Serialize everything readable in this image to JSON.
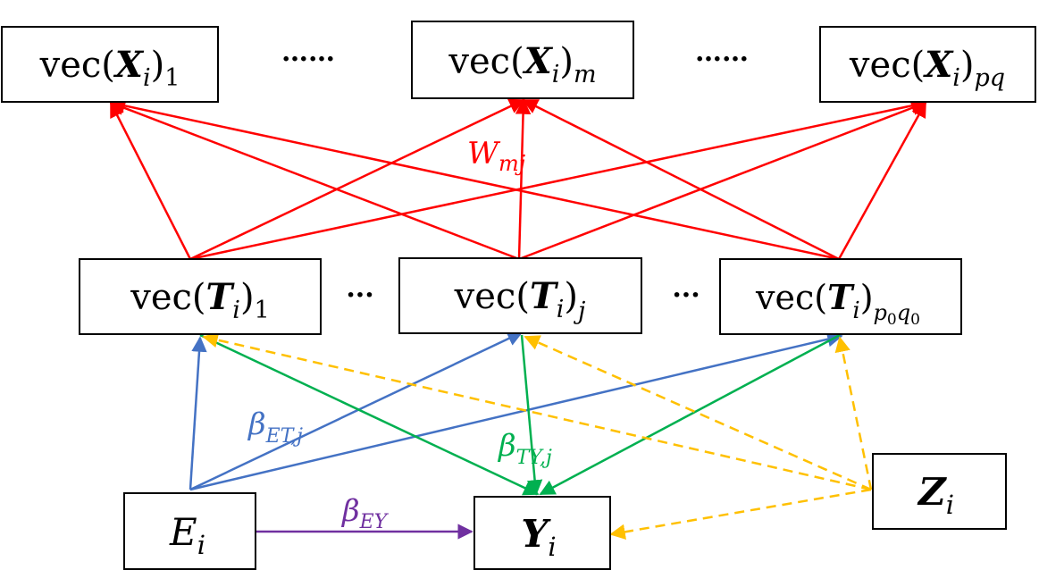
{
  "colors": {
    "red": "#FF0000",
    "blue": "#4472C4",
    "green": "#00B050",
    "orange": "#FFC000",
    "purple": "#7030A0",
    "box_border": "#000000"
  },
  "top_row": {
    "x1": {
      "fn": "vec(",
      "sym": "X",
      "sub": "i",
      "close": ")",
      "idx": "1"
    },
    "xm": {
      "fn": "vec(",
      "sym": "X",
      "sub": "i",
      "close": ")",
      "idx": "m"
    },
    "xpq": {
      "fn": "vec(",
      "sym": "X",
      "sub": "i",
      "close": ")",
      "idx": "pq"
    },
    "dots_left": "……",
    "dots_right": "……"
  },
  "middle_row": {
    "t1": {
      "fn": "vec(",
      "sym": "T",
      "sub": "i",
      "close": ")",
      "idx": "1"
    },
    "tj": {
      "fn": "vec(",
      "sym": "T",
      "sub": "i",
      "close": ")",
      "idx": "j"
    },
    "tpq": {
      "fn": "vec(",
      "sym": "T",
      "sub": "i",
      "close": ")",
      "idx_base": "p",
      "idx_sub1": "0",
      "idx_mid": "q",
      "idx_sub2": "0"
    },
    "dots_left": "···",
    "dots_right": "···"
  },
  "bottom_row": {
    "e": {
      "sym": "E",
      "sub": "i"
    },
    "y": {
      "sym": "Y",
      "sub": "i"
    },
    "z": {
      "sym": "Z",
      "sub": "i"
    }
  },
  "edge_labels": {
    "w": {
      "sym": "W",
      "sub": "mj"
    },
    "beta_et": {
      "sym": "β",
      "sub": "ET,j"
    },
    "beta_ty": {
      "sym": "β",
      "sub": "TY,j"
    },
    "beta_ey": {
      "sym": "β",
      "sub": "EY"
    }
  }
}
